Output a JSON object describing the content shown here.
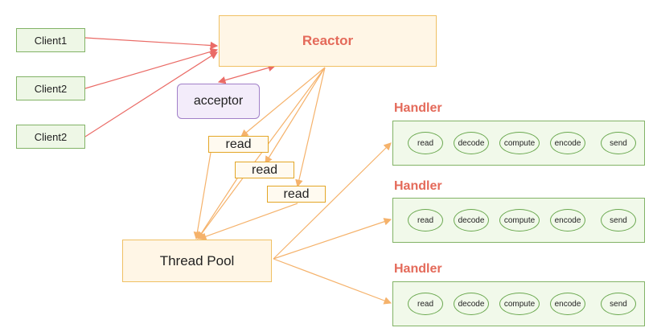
{
  "clients": [
    "Client1",
    "Client2",
    "Client2"
  ],
  "reactor": "Reactor",
  "acceptor": "acceptor",
  "reads": [
    "read",
    "read",
    "read"
  ],
  "thread_pool": "Thread Pool",
  "handlers": [
    {
      "title": "Handler",
      "steps": [
        "read",
        "decode",
        "compute",
        "encode",
        "send"
      ]
    },
    {
      "title": "Handler",
      "steps": [
        "read",
        "decode",
        "compute",
        "encode",
        "send"
      ]
    },
    {
      "title": "Handler",
      "steps": [
        "read",
        "decode",
        "compute",
        "encode",
        "send"
      ]
    }
  ],
  "colors": {
    "client_arrow": "#ea6b66",
    "reactor_arrow": "#f5b26b",
    "title": "#e46a5a"
  }
}
